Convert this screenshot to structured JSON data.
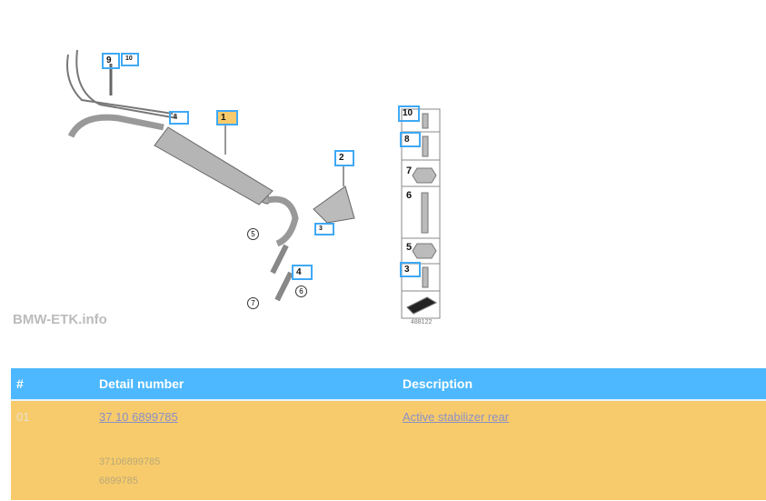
{
  "diagram": {
    "watermark": "BMW-ETK.info",
    "ref_number": "488122",
    "hotspots": [
      "9",
      "10",
      "8",
      "1",
      "2",
      "3",
      "4"
    ],
    "circle_labels": [
      "5",
      "6",
      "7"
    ],
    "legend_items": [
      "10",
      "8",
      "7",
      "6",
      "5",
      "3"
    ]
  },
  "table": {
    "headers": [
      "#",
      "Detail number",
      "Description"
    ],
    "rows": [
      {
        "index": "01",
        "detail_number": "37 10 6899785",
        "description": "Active stabilizer rear",
        "alt_numbers": [
          "37106899785",
          "6899785"
        ]
      }
    ]
  },
  "colors": {
    "header": "#4db8ff",
    "selected_row": "#f7cb6b",
    "hotspot": "#3fa9f5"
  }
}
